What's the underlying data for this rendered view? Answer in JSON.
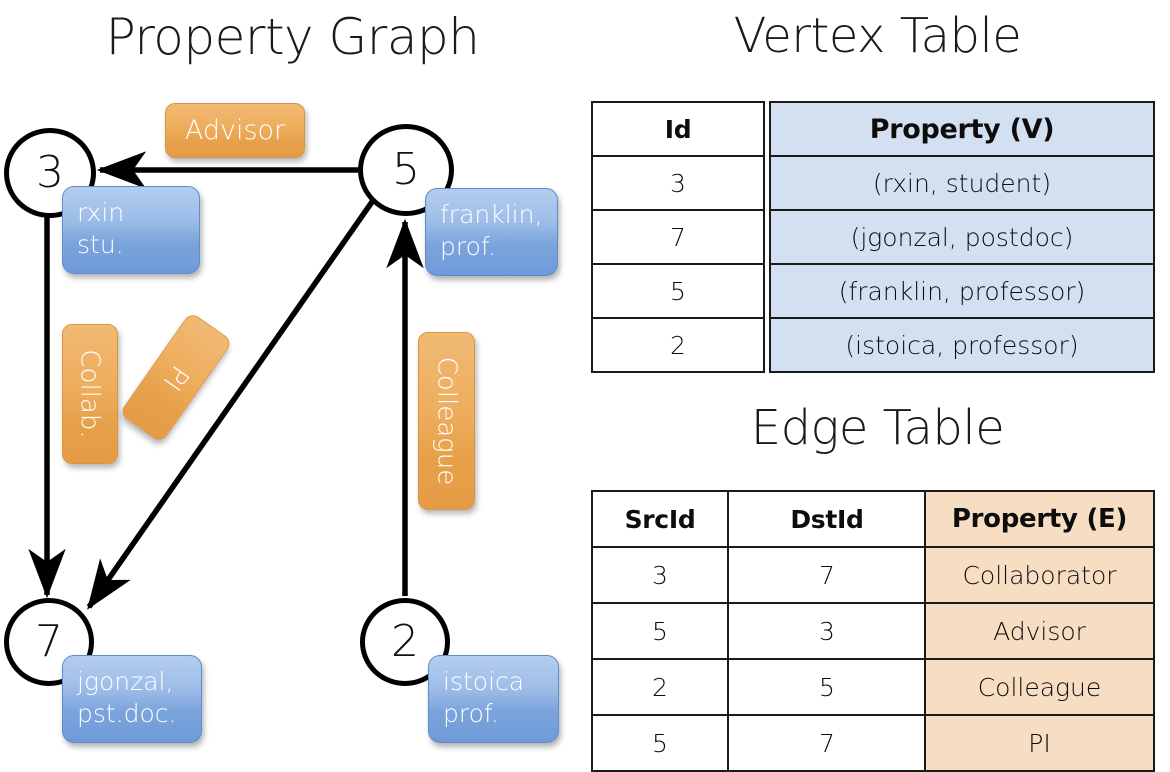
{
  "titles": {
    "property_graph": "Property Graph",
    "vertex_table": "Vertex Table",
    "edge_table": "Edge Table"
  },
  "colors": {
    "vertex_property_fill": "#d3e0f2",
    "edge_property_fill": "#f7dec3",
    "node_box_blue": "#7ba4dc",
    "edge_label_orange": "#eead5d",
    "stroke": "#000000"
  },
  "graph": {
    "nodes": [
      {
        "id": "3",
        "property_line1": "rxin",
        "property_line2": "stu."
      },
      {
        "id": "5",
        "property_line1": "franklin,",
        "property_line2": "prof."
      },
      {
        "id": "7",
        "property_line1": "jgonzal,",
        "property_line2": "pst.doc."
      },
      {
        "id": "2",
        "property_line1": "istoica",
        "property_line2": "prof."
      }
    ],
    "edge_labels": [
      {
        "name": "advisor",
        "label": "Advisor"
      },
      {
        "name": "collab",
        "label": "Collab."
      },
      {
        "name": "pi",
        "label": "PI"
      },
      {
        "name": "colleague",
        "label": "Colleague"
      }
    ],
    "edges": [
      {
        "src": "5",
        "dst": "3",
        "label": "Advisor"
      },
      {
        "src": "3",
        "dst": "7",
        "label": "Collab."
      },
      {
        "src": "5",
        "dst": "7",
        "label": "PI"
      },
      {
        "src": "2",
        "dst": "5",
        "label": "Colleague"
      }
    ]
  },
  "vertex_table": {
    "headers": [
      "Id",
      "Property (V)"
    ],
    "rows": [
      {
        "id": "3",
        "property": "(rxin, student)"
      },
      {
        "id": "7",
        "property": "(jgonzal, postdoc)"
      },
      {
        "id": "5",
        "property": "(franklin, professor)"
      },
      {
        "id": "2",
        "property": "(istoica, professor)"
      }
    ]
  },
  "edge_table": {
    "headers": [
      "SrcId",
      "DstId",
      "Property (E)"
    ],
    "rows": [
      {
        "src": "3",
        "dst": "7",
        "property": "Collaborator"
      },
      {
        "src": "5",
        "dst": "3",
        "property": "Advisor"
      },
      {
        "src": "2",
        "dst": "5",
        "property": "Colleague"
      },
      {
        "src": "5",
        "dst": "7",
        "property": "PI"
      }
    ]
  }
}
